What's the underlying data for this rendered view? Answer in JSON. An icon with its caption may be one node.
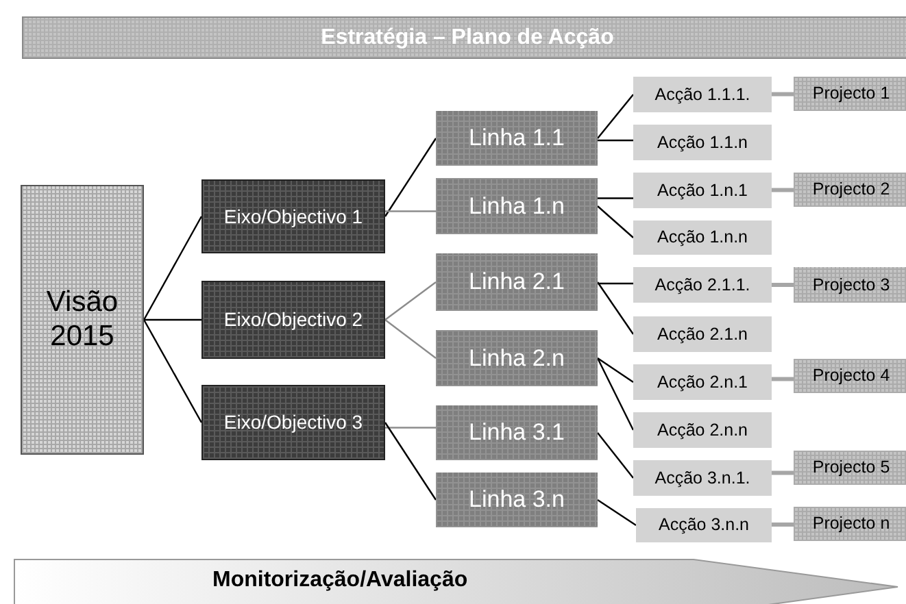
{
  "diagram": {
    "title": "Estratégia – Plano de Acção",
    "nodes": [
      {
        "text": [
          "Visão 2015"
        ]
      },
      {
        "text": [
          "Eixo/Objectivo 1"
        ]
      },
      {
        "text": [
          "Eixo/Objectivo 2"
        ]
      },
      {
        "text": [
          "Eixo/Objectivo 3"
        ]
      },
      {
        "text": [
          "Linha 1.1"
        ]
      },
      {
        "text": [
          "Linha 1.n"
        ]
      },
      {
        "text": [
          "Linha 2.1"
        ]
      },
      {
        "text": [
          "Linha 2.n"
        ]
      },
      {
        "text": [
          "Linha 3.1"
        ]
      },
      {
        "text": [
          "Linha 3.n"
        ]
      },
      {
        "text": [
          "Acção 1.1.1."
        ]
      },
      {
        "text": [
          "Acção 1.1.n"
        ]
      },
      {
        "text": [
          "Acção 1.n.1"
        ]
      },
      {
        "text": [
          "Acção 1.n.n"
        ]
      },
      {
        "text": [
          "Acção 2.1.1."
        ]
      },
      {
        "text": [
          "Acção 2.1.n"
        ]
      },
      {
        "text": [
          "Acção 2.n.1"
        ]
      },
      {
        "text": [
          "Acção 2.n.n"
        ]
      },
      {
        "text": [
          "Acção 3.n.1."
        ]
      },
      {
        "text": [
          "Acção 3.n.n"
        ]
      },
      {
        "text": [
          "Projecto 1"
        ]
      },
      {
        "text": [
          "Projecto 2"
        ]
      },
      {
        "text": [
          "Projecto 3"
        ]
      },
      {
        "text": [
          "Projecto 4"
        ]
      },
      {
        "text": [
          "Projecto 5"
        ]
      },
      {
        "text": [
          "Projecto n"
        ]
      },
      {
        "text": [
          "Monitorização/Avaliação"
        ]
      }
    ],
    "edges": [
      {
        "from": 0,
        "to": 1,
        "arrow": "none"
      },
      {
        "from": 0,
        "to": 2,
        "arrow": "none"
      },
      {
        "from": 0,
        "to": 3,
        "arrow": "none"
      },
      {
        "from": 1,
        "to": 4,
        "arrow": "none"
      },
      {
        "from": 1,
        "to": 5,
        "arrow": "none",
        "color": "#8c8c8c"
      },
      {
        "from": 2,
        "to": 6,
        "arrow": "none",
        "color": "#8c8c8c"
      },
      {
        "from": 2,
        "to": 7,
        "arrow": "none",
        "color": "#8c8c8c"
      },
      {
        "from": 3,
        "to": 8,
        "arrow": "none",
        "color": "#8c8c8c"
      },
      {
        "from": 3,
        "to": 9,
        "arrow": "none"
      },
      {
        "from": 4,
        "to": 10,
        "arrow": "none"
      },
      {
        "from": 4,
        "to": 11,
        "arrow": "none"
      },
      {
        "from": 5,
        "to": 12,
        "arrow": "none"
      },
      {
        "from": 5,
        "to": 13,
        "arrow": "none"
      },
      {
        "from": 6,
        "to": 14,
        "arrow": "none"
      },
      {
        "from": 6,
        "to": 15,
        "arrow": "none"
      },
      {
        "from": 7,
        "to": 16,
        "arrow": "none"
      },
      {
        "from": 7,
        "to": 17,
        "arrow": "none"
      },
      {
        "from": 8,
        "to": 18,
        "arrow": "none"
      },
      {
        "from": 9,
        "to": 19,
        "arrow": "none"
      },
      {
        "from": 10,
        "to": 20,
        "arrow": "none",
        "style": "thick",
        "color": "#a6a6a6"
      },
      {
        "from": 12,
        "to": 21,
        "arrow": "none",
        "style": "thick",
        "color": "#a6a6a6"
      },
      {
        "from": 14,
        "to": 22,
        "arrow": "none",
        "style": "thick",
        "color": "#a6a6a6"
      },
      {
        "from": 16,
        "to": 23,
        "arrow": "none",
        "style": "thick",
        "color": "#a6a6a6"
      },
      {
        "from": 18,
        "to": 24,
        "arrow": "none",
        "style": "thick",
        "color": "#a6a6a6"
      },
      {
        "from": 19,
        "to": 25,
        "arrow": "none",
        "style": "thick",
        "color": "#a6a6a6"
      }
    ]
  }
}
